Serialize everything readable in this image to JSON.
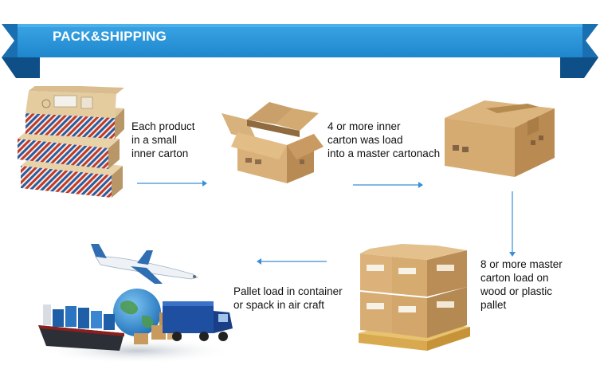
{
  "banner": {
    "title": "PACK&SHIPPING",
    "color": "#2c97d8"
  },
  "steps": [
    {
      "caption": "Each product\nin a small\ninner carton",
      "illustration": "stacked-mailer-boxes"
    },
    {
      "caption": "4 or more inner\ncarton was load\ninto a master cartonach",
      "illustration": "open-cardboard-box"
    },
    {
      "caption": "",
      "illustration": "sealed-master-carton"
    },
    {
      "caption": "8 or more master\ncarton load on\nwood  or plastic\npallet",
      "illustration": "cartons-on-pallet"
    },
    {
      "caption": "Pallet load in container\nor spack in air craft",
      "illustration": "plane-ship-truck-globe"
    }
  ],
  "arrow_color": "#3a8fd6"
}
